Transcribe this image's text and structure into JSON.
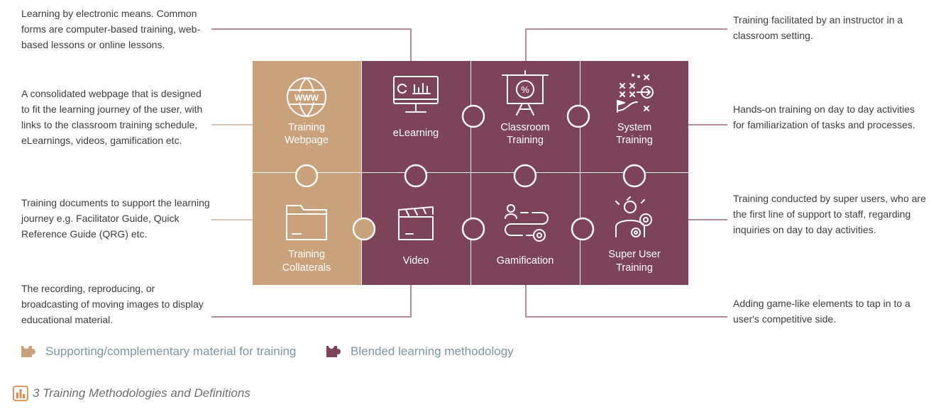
{
  "descriptions": {
    "elearning": "Learning by electronic means. Common forms are computer-based training, web-based lessons or online lessons.",
    "webpage": "A consolidated webpage that is designed to fit the learning journey of the user, with links to the classroom training schedule, eLearnings, videos, gamification etc.",
    "collaterals": "Training documents to support the learning journey e.g. Facilitator Guide, Quick Reference Guide (QRG) etc.",
    "video": "The recording, reproducing, or broadcasting of moving images to display educational material.",
    "classroom": "Training facilitated by an instructor in a classroom setting.",
    "system": "Hands-on training on day to day activities for familiarization of tasks and processes.",
    "superuser": "Training conducted by super users, who are the first line of support to staff, regarding inquiries on day to day activities.",
    "gamification": "Adding game-like elements to tap in to a user's competitive side."
  },
  "pieces": {
    "training_webpage": {
      "line1": "Training",
      "line2": "Webpage",
      "icon": "globe-www-icon"
    },
    "elearning": {
      "line1": "eLearning",
      "icon": "monitor-chart-icon"
    },
    "classroom_training": {
      "line1": "Classroom",
      "line2": "Training",
      "icon": "presentation-board-icon"
    },
    "system_training": {
      "line1": "System",
      "line2": "Training",
      "icon": "strategy-plan-icon"
    },
    "training_collaterals": {
      "line1": "Training",
      "line2": "Collaterals",
      "icon": "folder-icon"
    },
    "video": {
      "line1": "Video",
      "icon": "clapperboard-icon"
    },
    "gamification": {
      "line1": "Gamification",
      "icon": "game-path-icon"
    },
    "super_user_training": {
      "line1": "Super User",
      "line2": "Training",
      "icon": "user-gears-icon"
    }
  },
  "legend": {
    "supporting": "Supporting/complementary material for training",
    "blended": "Blended learning methodology"
  },
  "caption": "3 Training Methodologies and Definitions",
  "colors": {
    "supporting": "#c9a27b",
    "blended": "#7d4459",
    "connector": "#b58c99",
    "connector_tan": "#dac7b1",
    "legend_text": "#7a96a8"
  }
}
